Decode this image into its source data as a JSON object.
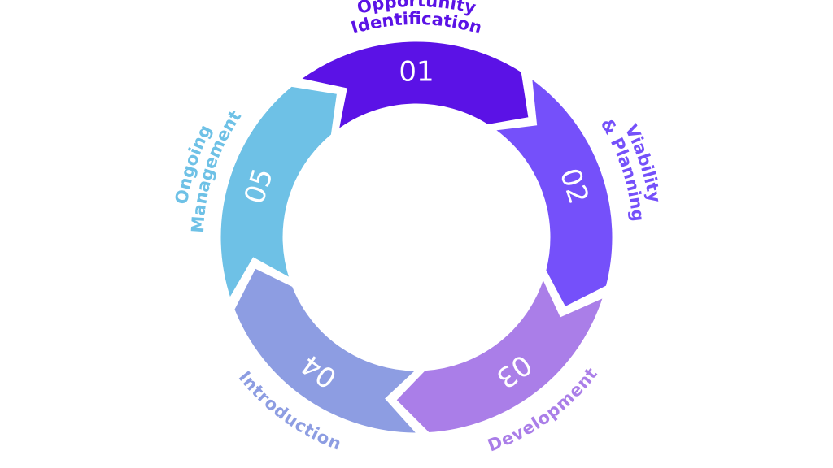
{
  "diagram": {
    "stages": [
      {
        "number": "01",
        "label_lines": [
          "Opportunity",
          "Identification"
        ],
        "color": "#5b12e6",
        "label_color": "#5b12e6"
      },
      {
        "number": "02",
        "label_lines": [
          "Viability",
          "& Planning"
        ],
        "color": "#7550fa",
        "label_color": "#7550fa"
      },
      {
        "number": "03",
        "label_lines": [
          "Development"
        ],
        "color": "#aa7ee8",
        "label_color": "#aa7ee8"
      },
      {
        "number": "04",
        "label_lines": [
          "Introduction"
        ],
        "color": "#8d9de2",
        "label_color": "#8d9de2"
      },
      {
        "number": "05",
        "label_lines": [
          "Ongoing",
          "Management"
        ],
        "color": "#6ec1e6",
        "label_color": "#6ec1e6"
      }
    ]
  }
}
